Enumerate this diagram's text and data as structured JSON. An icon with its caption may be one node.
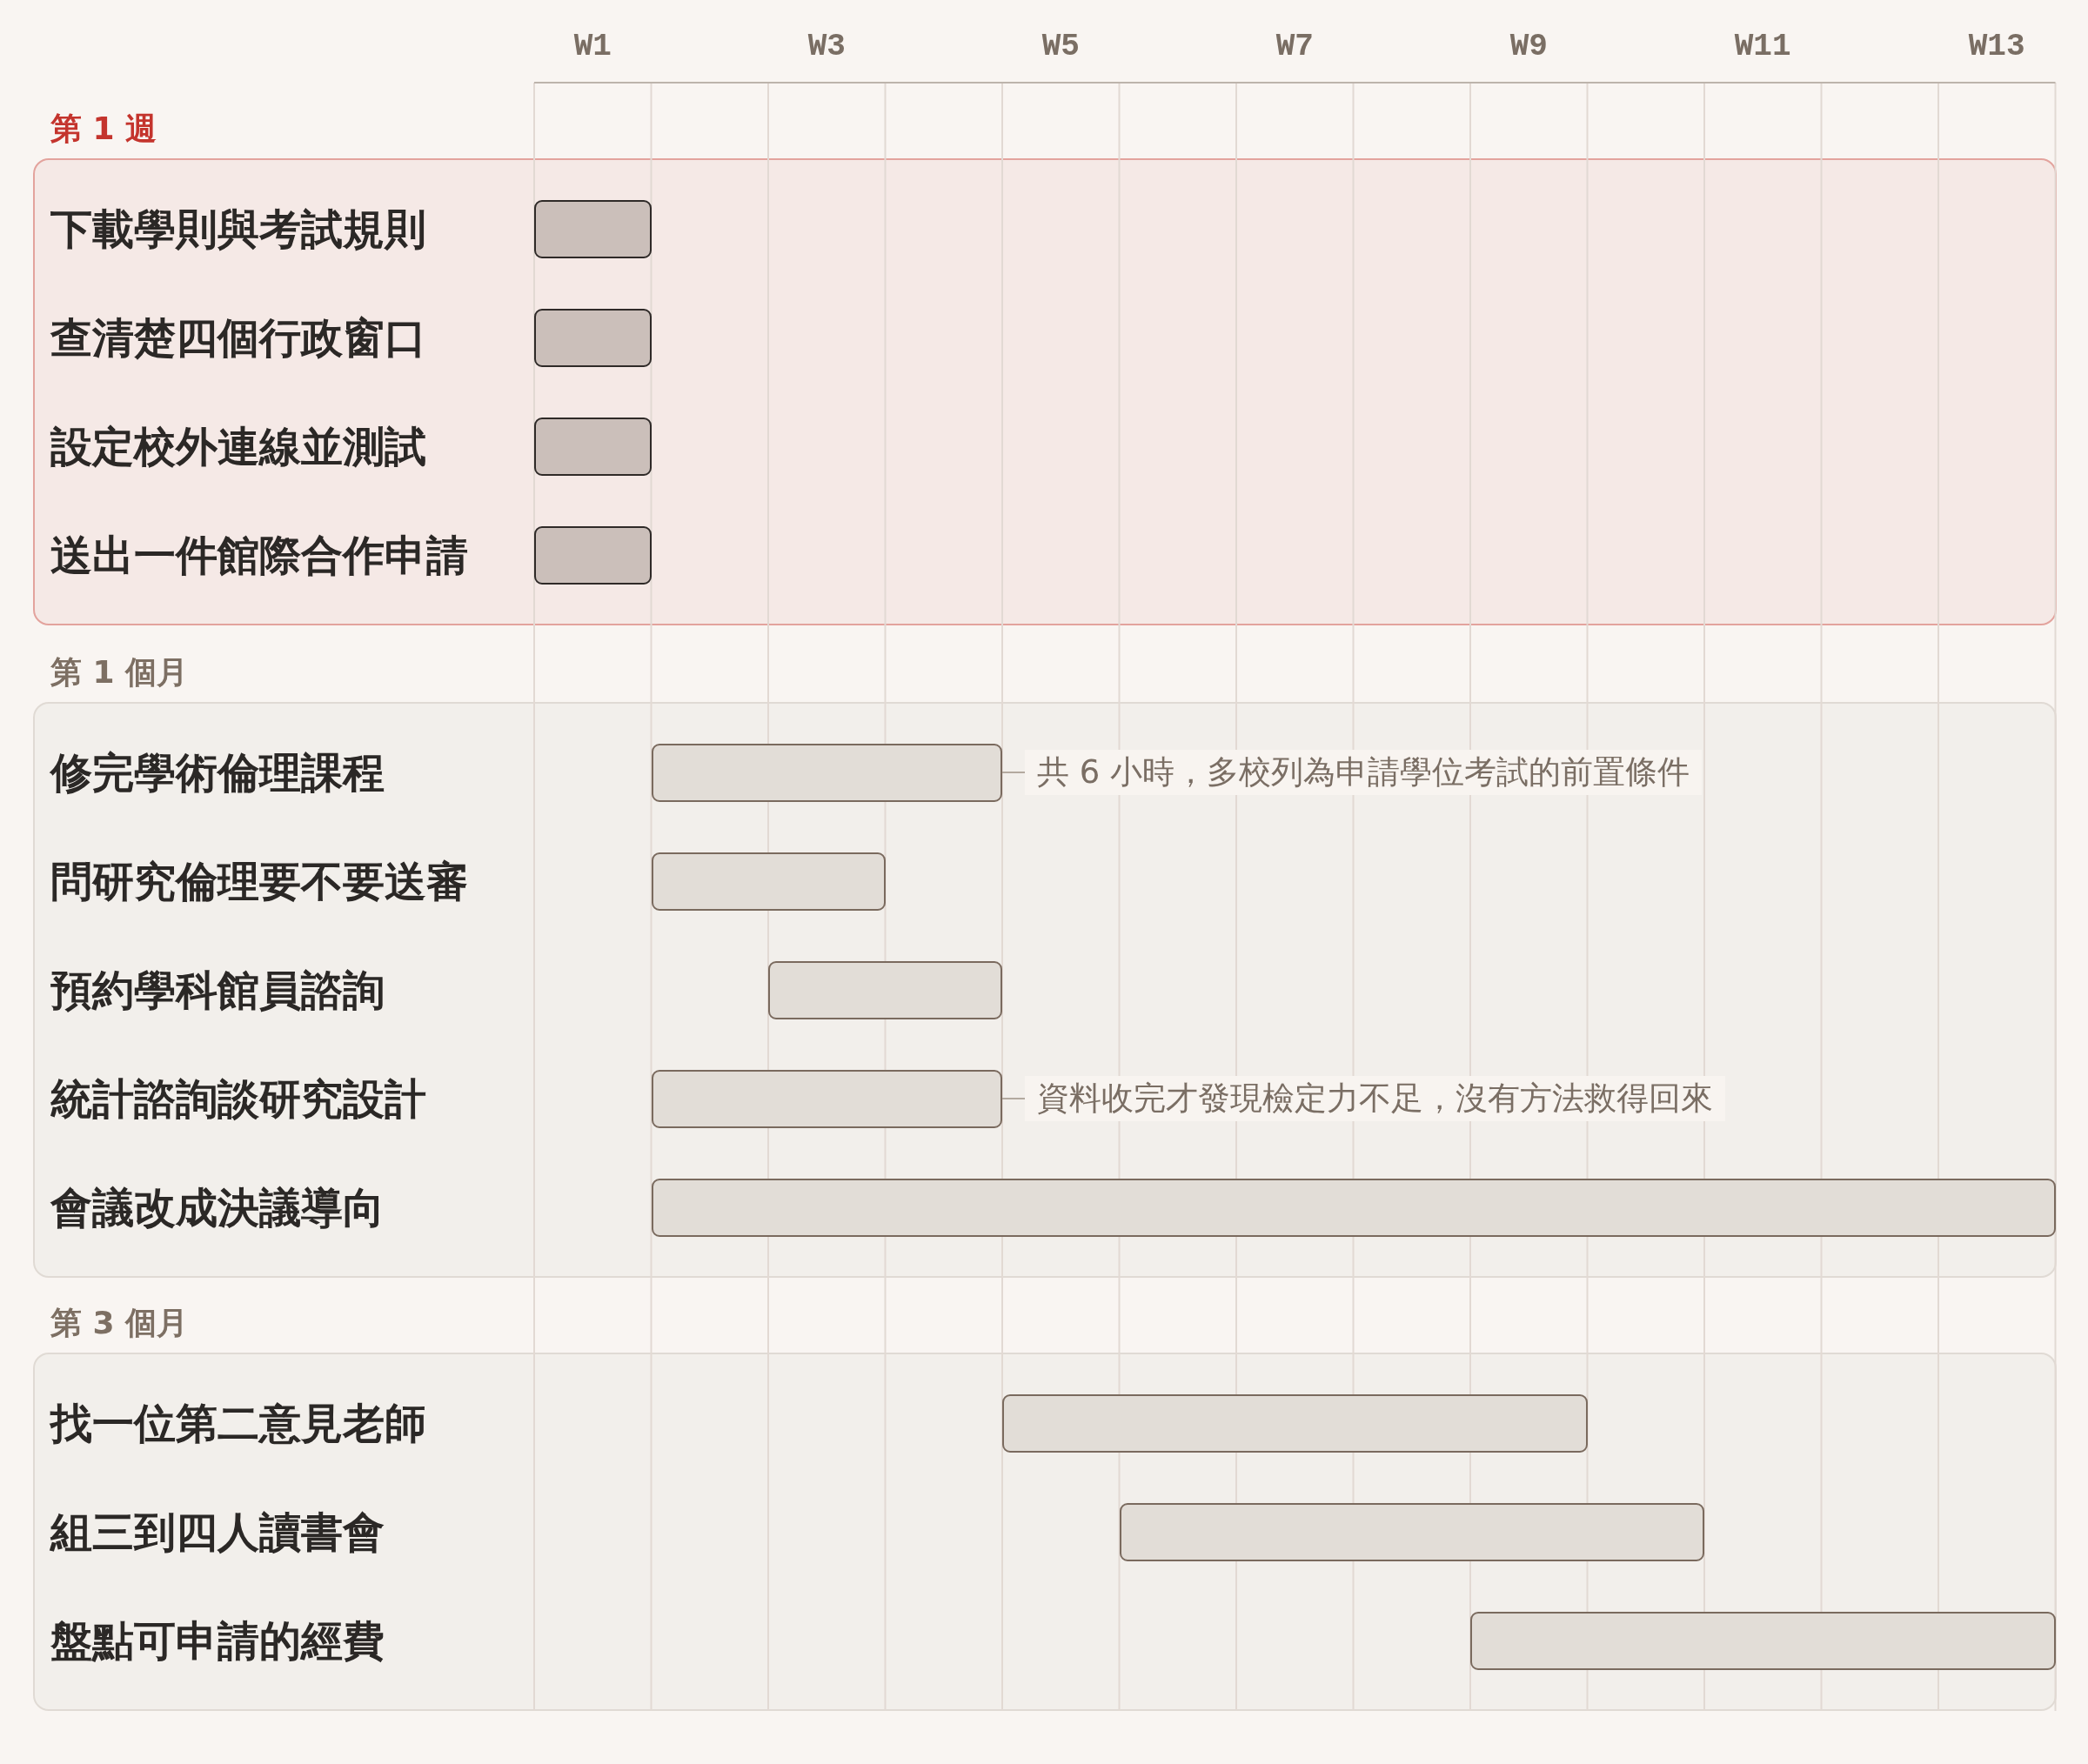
{
  "diagram": {
    "nodes": [
      {
        "text": [
          "第 1 週"
        ]
      },
      {
        "text": [],
        "shape": "bar",
        "in": 0
      },
      {
        "text": [],
        "shape": "bar",
        "in": 0
      },
      {
        "text": [],
        "shape": "bar",
        "in": 0
      },
      {
        "text": [],
        "shape": "bar",
        "in": 0
      },
      {
        "text": [
          "第 1 個月"
        ]
      },
      {
        "text": [],
        "shape": "bar",
        "in": 5
      },
      {
        "text": [
          "共 6 小時，多校列為申請學位考試的前置條件"
        ],
        "in": 5
      },
      {
        "text": [],
        "shape": "bar",
        "in": 5
      },
      {
        "text": [],
        "shape": "bar",
        "in": 5
      },
      {
        "text": [],
        "shape": "bar",
        "in": 5
      },
      {
        "text": [
          "資料收完才發現檢定力不足，沒有方法救得回來"
        ],
        "in": 5
      },
      {
        "text": [],
        "shape": "bar",
        "in": 5
      },
      {
        "text": [
          "第 3 個月"
        ]
      },
      {
        "text": [],
        "shape": "bar",
        "in": 13
      },
      {
        "text": [],
        "shape": "bar",
        "in": 13
      },
      {
        "text": [],
        "shape": "bar",
        "in": 13
      }
    ],
    "edges": [
      {
        "from": 7,
        "to": 6,
        "arrow": "none"
      },
      {
        "from": 11,
        "to": 10,
        "arrow": "none"
      }
    ],
    "labels": [
      "W1",
      "W3",
      "W5",
      "W7",
      "W9",
      "W11",
      "W13",
      "下載學則與考試規則",
      "查清楚四個行政窗口",
      "設定校外連線並測試",
      "送出一件館際合作申請",
      "修完學術倫理課程",
      "問研究倫理要不要送審",
      "預約學科館員諮詢",
      "統計諮詢談研究設計",
      "會議改成決議導向",
      "找一位第二意見老師",
      "組三到四人讀書會",
      "盤點可申請的經費"
    ]
  }
}
